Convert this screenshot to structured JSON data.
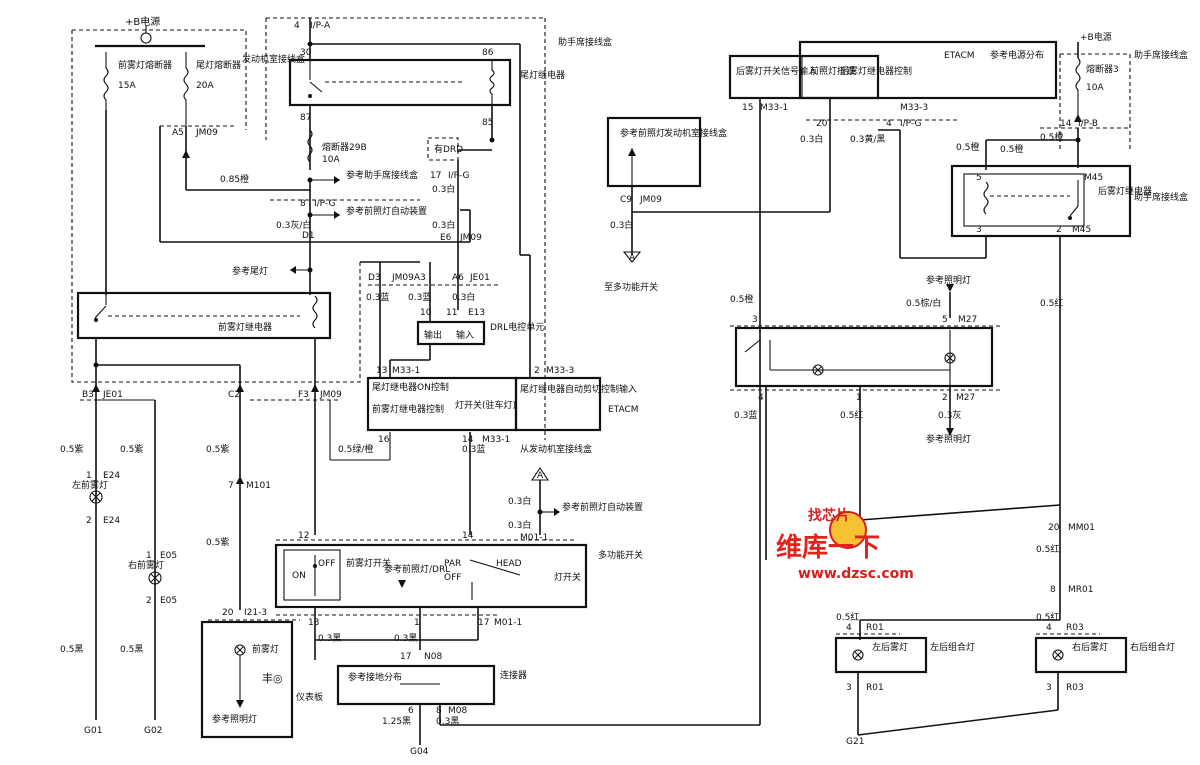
{
  "title_nodes": {
    "power_b_left": "+B电源",
    "power_b_right": "+B电源",
    "fuse_front_fog": "前雾灯熔断器",
    "fuse_front_fog_amp": "15A",
    "fuse_tail": "尾灯熔断器",
    "fuse_tail_amp": "20A",
    "engine_box_1": "发动机室接线盒",
    "assist_box_1": "助手席接线盒",
    "tail_relay": "尾灯继电器",
    "fuse_29b": "熔断器29B",
    "fuse_29b_amp": "10A",
    "ref_assist_box": "参考助手席接线盒",
    "ref_auto_headlamp": "参考前照灯自动装置",
    "ref_tail_lamp": "参考尾灯",
    "front_fog_relay": "前雾灯继电器",
    "has_drd": "有DRD",
    "drl_unit": "DRL电控单元",
    "drl_out": "输出",
    "drl_in": "输入",
    "etacm_block_1": "尾灯继电器ON控制",
    "etacm_block_2": "前雾灯继电器控制",
    "etacm_block_3": "灯开关(驻车灯)",
    "etacm_block_4": "尾灯继电器自动剪切控制输入",
    "etacm_label": "ETACM",
    "ref_headlamp": "参考前照灯",
    "engine_box_2": "发动机室接线盒",
    "to_multi_switch": "至多功能开关",
    "from_engine_box": "从发动机室接线盒",
    "ref_headlamp_auto": "参考前照灯自动装置",
    "left_front_fog": "左前雾灯",
    "right_front_fog": "右前雾灯",
    "front_fog_switch": "前雾灯开关",
    "ref_headlamp_drl": "参考前照灯/DRL",
    "lamp_switch": "灯开关",
    "multi_switch": "多功能开关",
    "sw_on": "ON",
    "sw_off": "OFF",
    "sw_par": "PAR",
    "sw_head": "HEAD",
    "sw_off2": "OFF",
    "front_fog_lamp": "前雾灯",
    "ref_illum": "参考照明灯",
    "instrument_panel": "仪表板",
    "ref_ground": "参考接地分布",
    "connector": "连接器",
    "etacm_right": "ETACM",
    "rear_fog_sw_input": "后雾灯开关信号输入",
    "headlamp_ground": "前照灯搭铁",
    "rear_fog_relay_ctrl": "后雾灯继电器控制",
    "ref_power_dist": "参考电源分布",
    "fuse_3": "熔断器3",
    "fuse_3_amp": "10A",
    "assist_box_r1": "助手席接线盒",
    "assist_box_r2": "助手席接线盒",
    "rear_fog_relay": "后雾灯继电器",
    "ref_illum_2": "参考照明灯",
    "ref_illum_3": "参考照明灯",
    "left_rear_combo": "左后组合灯",
    "left_rear_fog": "左后雾灯",
    "right_rear_combo": "右后组合灯",
    "right_rear_fog": "右后雾灯"
  },
  "pins": {
    "p4": "4",
    "ipa": "I/P-A",
    "p30": "30",
    "p86": "86",
    "p87": "87",
    "p85": "85",
    "a5": "A5",
    "jm09a": "JM09",
    "p8": "8",
    "ipg1": "I/P-G",
    "p17": "17",
    "ipg2": "I/P-G",
    "d1": "D1",
    "e6": "E6",
    "jm09b": "JM09",
    "d3": "D3",
    "jm09a3": "JM09A3",
    "a6": "A6",
    "je01": "JE01",
    "p10": "10",
    "p11": "11",
    "e13": "E13",
    "p13": "13",
    "m33_1": "M33-1",
    "p2": "2",
    "m33_3": "M33-3",
    "p16": "16",
    "p14": "14",
    "m33_1b": "M33-1",
    "b3": "B3",
    "je01b": "JE01",
    "c2": "C2",
    "f3": "F3",
    "jm09c": "JM09",
    "e24a": "E24",
    "e24b": "E24",
    "pin1a": "1",
    "pin2a": "2",
    "e05a": "E05",
    "e05b": "E05",
    "pin1b": "1",
    "pin2b": "2",
    "m101": "M101",
    "pin7": "7",
    "pin12": "12",
    "pin14b": "14",
    "m01_1a": "M01-1",
    "pin13b": "13",
    "pin1c": "1",
    "pin17b": "17",
    "m01_1b": "M01-1",
    "pin20": "20",
    "i21_3": "I21-3",
    "pin17c": "17",
    "n08": "N08",
    "pin6": "6",
    "pin8": "8",
    "m08": "M08",
    "g01": "G01",
    "g02": "G02",
    "g04": "G04",
    "c9": "C9",
    "jm09d": "JM09",
    "r15": "15",
    "m33_1r": "M33-1",
    "r20": "20",
    "r4": "4",
    "ipg3": "I/P-G",
    "m33_3r": "M33-3",
    "r14": "14",
    "ipb": "I/P-B",
    "r5": "5",
    "m45a": "M45",
    "r3": "3",
    "r2": "2",
    "m45b": "M45",
    "s3": "3",
    "s5": "5",
    "m27a": "M27",
    "s4": "4",
    "s1": "1",
    "s2": "2",
    "m27b": "M27",
    "mm01": "MM01",
    "r20b": "20",
    "mr01": "MR01",
    "r8": "8",
    "r4a": "4",
    "r01a": "R01",
    "r3a": "3",
    "r01b": "R01",
    "r4b": "4",
    "r03a": "R03",
    "r3b": "3",
    "r03b": "R03",
    "g21": "G21"
  },
  "wires": {
    "w085_orange": "0.85橙",
    "w03_gray_white": "0.3灰/白",
    "w03_white_a": "0.3白",
    "w03_white_b": "0.3白",
    "w03_blue_a": "0.3蓝",
    "w03_blue_b": "0.3蓝",
    "w03_white_c": "0.3白",
    "w05_green_orange": "0.5绿/橙",
    "w03_blue_c": "0.3蓝",
    "w05_purple_a": "0.5紫",
    "w05_purple_b": "0.5紫",
    "w05_purple_c": "0.5紫",
    "w05_purple_d": "0.5紫",
    "w03_white_d": "0.3白",
    "w03_white_e": "0.3白",
    "w03_black_a": "0.3黑",
    "w03_black_b": "0.3黑",
    "w05_black_a": "0.5黑",
    "w05_black_b": "0.5黑",
    "w125_black": "1.25黑",
    "w03_black_c": "0.3黑",
    "w03_white_f": "0.3白",
    "w03_white_g": "0.3白",
    "w03_yellow_black": "0.3黄/黑",
    "w05_orange_a": "0.5橙",
    "w05_orange_b": "0.5橙",
    "w05_orange_c": "0.5橙",
    "w05_brown_white": "0.5棕/白",
    "w05_red_a": "0.5红",
    "w03_blue_d": "0.3蓝",
    "w05_red_b": "0.5红",
    "w03_gray": "0.3灰",
    "w05_red_c": "0.5红",
    "w05_red_d": "0.5红",
    "w05_red_e": "0.5红"
  },
  "watermark": {
    "line1": "维库一下",
    "line2": "www.dzsc.com",
    "logo": "找芯片"
  },
  "colors": {
    "ink": "#111111",
    "watermark_red": "#e2231a"
  }
}
